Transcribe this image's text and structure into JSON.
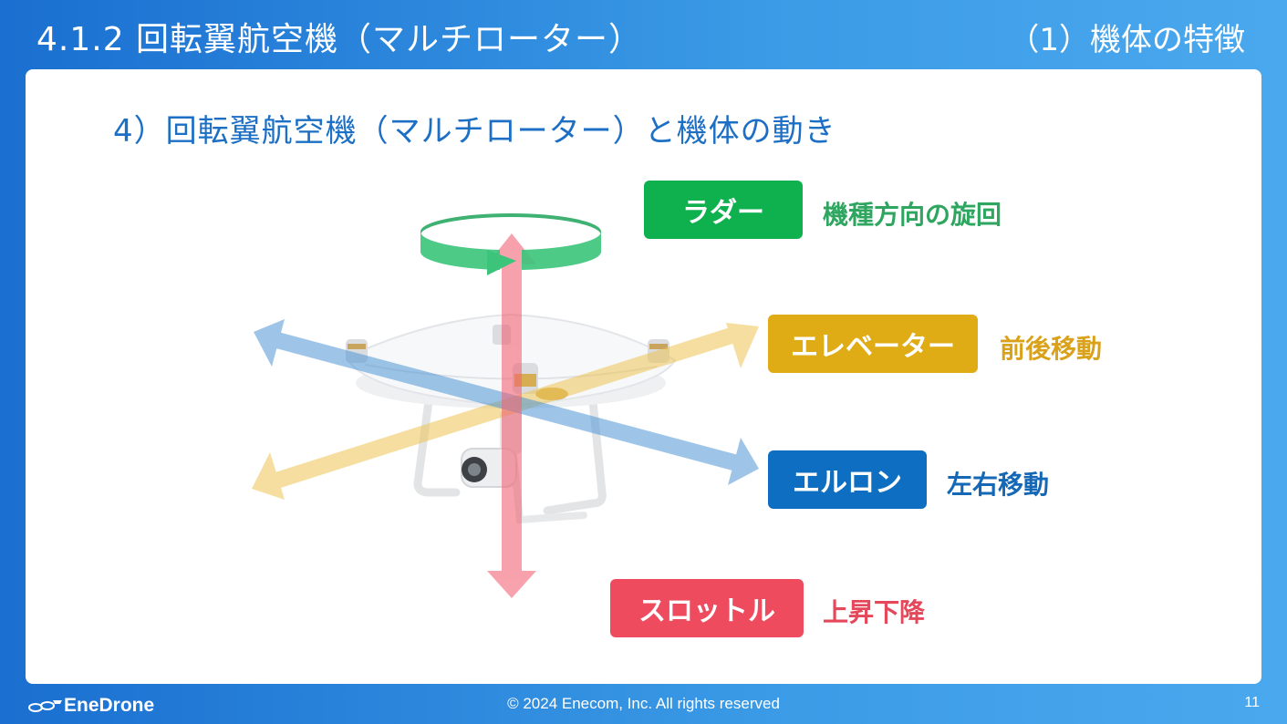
{
  "header": {
    "title": "4.1.2 回転翼航空機（マルチローター）",
    "section": "（1）機体の特徴"
  },
  "slide": {
    "subtitle": "4）回転翼航空機（マルチローター）と機体の動き"
  },
  "controls": [
    {
      "label": "ラダー",
      "description": "機種方向の旋回",
      "color": "#0fb04e",
      "desc_color": "#2ea65f"
    },
    {
      "label": "エレベーター",
      "description": "前後移動",
      "color": "#e0ac16",
      "desc_color": "#d9a21a"
    },
    {
      "label": "エルロン",
      "description": "左右移動",
      "color": "#0d6ec2",
      "desc_color": "#1568b5"
    },
    {
      "label": "スロットル",
      "description": "上昇下降",
      "color": "#ef4b5f",
      "desc_color": "#e5485a"
    }
  ],
  "footer": {
    "brand": "EneDrone",
    "copyright": "© 2024 Enecom, Inc.  All rights reserved",
    "page_number": "11"
  },
  "icons": [
    "drone-image",
    "rudder-rotation-arrow",
    "elevator-arrow",
    "aileron-arrow",
    "throttle-arrow",
    "enedrone-logo-icon"
  ]
}
